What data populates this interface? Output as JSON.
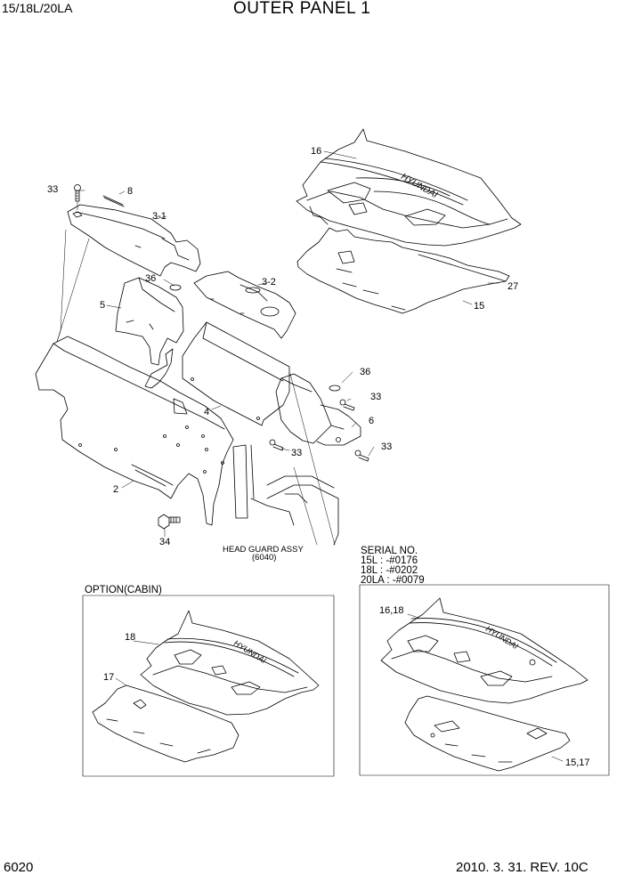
{
  "header": {
    "model": "15/18L/20LA",
    "title": "OUTER PANEL 1"
  },
  "footer": {
    "page_number": "6020",
    "revision": "2010. 3. 31. REV. 10C"
  },
  "callouts": {
    "c33a": "33",
    "c8": "8",
    "c31": "3-1",
    "c16": "16",
    "c27": "27",
    "c15": "15",
    "c36a": "36",
    "c32": "3-2",
    "c5": "5",
    "c36b": "36",
    "c33b": "33",
    "c6": "6",
    "c4": "4",
    "c33c": "33",
    "c33d": "33",
    "c2": "2",
    "c34": "34",
    "c18": "18",
    "c17": "17",
    "c1618": "16,18",
    "c1517": "15,17"
  },
  "head_guard_note": {
    "line1": "HEAD GUARD ASSY",
    "line2": "(6040)"
  },
  "serial_note": {
    "heading": "SERIAL NO.",
    "line1": "15L : -#0176",
    "line2": "18L : -#0202",
    "line3": "20LA : -#0079"
  },
  "option_label": "OPTION(CABIN)",
  "logo_text": "HYUNDAI"
}
